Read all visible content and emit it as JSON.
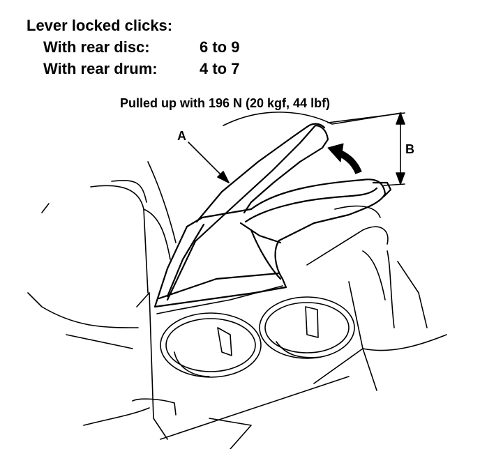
{
  "spec": {
    "title": "Lever locked clicks:",
    "rows": [
      {
        "label": "With rear disc:",
        "value": "6 to 9"
      },
      {
        "label": "With rear drum:",
        "value": "4 to 7"
      }
    ]
  },
  "pull_note": "Pulled up with 196 N (20 kgf, 44 lbf)",
  "callouts": {
    "a": "A",
    "b": "B"
  }
}
